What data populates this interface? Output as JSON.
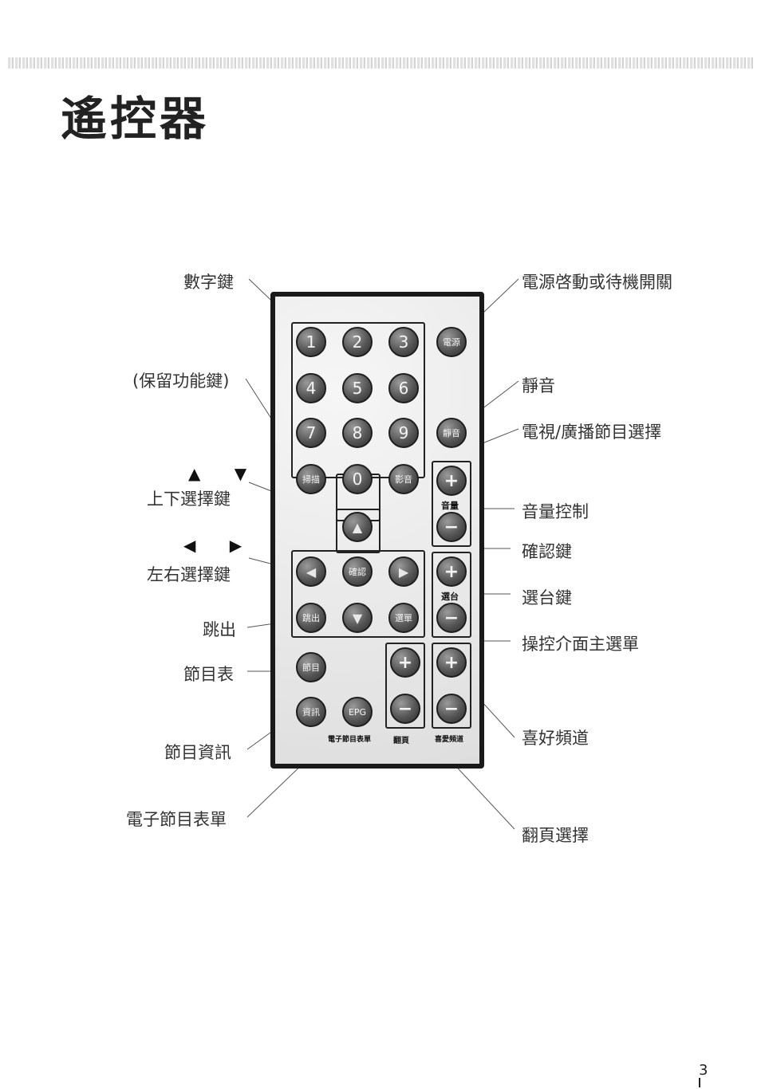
{
  "title": "遙控器",
  "page_number": "3",
  "callouts": {
    "number_keys": "數字鍵",
    "reserved_keys": "(保留功能鍵)",
    "up_down_arrows": "▲ ▼",
    "up_down_keys": "上下選擇鍵",
    "left_right_arrows": "◀ ▶",
    "left_right_keys": "左右選擇鍵",
    "exit": "跳出",
    "program_guide": "節目表",
    "program_info": "節目資訊",
    "epg_menu": "電子節目表單",
    "power": "電源啓動或待機開關",
    "mute": "靜音",
    "tv_radio": "電視/廣播節目選擇",
    "volume_control": "音量控制",
    "ok_key": "確認鍵",
    "channel_key": "選台鍵",
    "main_menu": "操控介面主選單",
    "favorite_channels": "喜好頻道",
    "page_select": "翻頁選擇"
  },
  "remote": {
    "keys": {
      "k1": "1",
      "k2": "2",
      "k3": "3",
      "k4": "4",
      "k5": "5",
      "k6": "6",
      "k7": "7",
      "k8": "8",
      "k9": "9",
      "k0": "0",
      "power": "電源",
      "mute": "靜音",
      "scan": "掃描",
      "av": "影音",
      "ok": "確認",
      "exit": "跳出",
      "menu": "選單",
      "guide": "節目",
      "info": "資訊",
      "epg": "EPG",
      "plus": "+",
      "minus": "−"
    },
    "labels": {
      "volume": "音量",
      "channel": "選台",
      "epg_menu": "電子節目表單",
      "page": "翻頁",
      "favorite": "喜愛頻道"
    }
  }
}
